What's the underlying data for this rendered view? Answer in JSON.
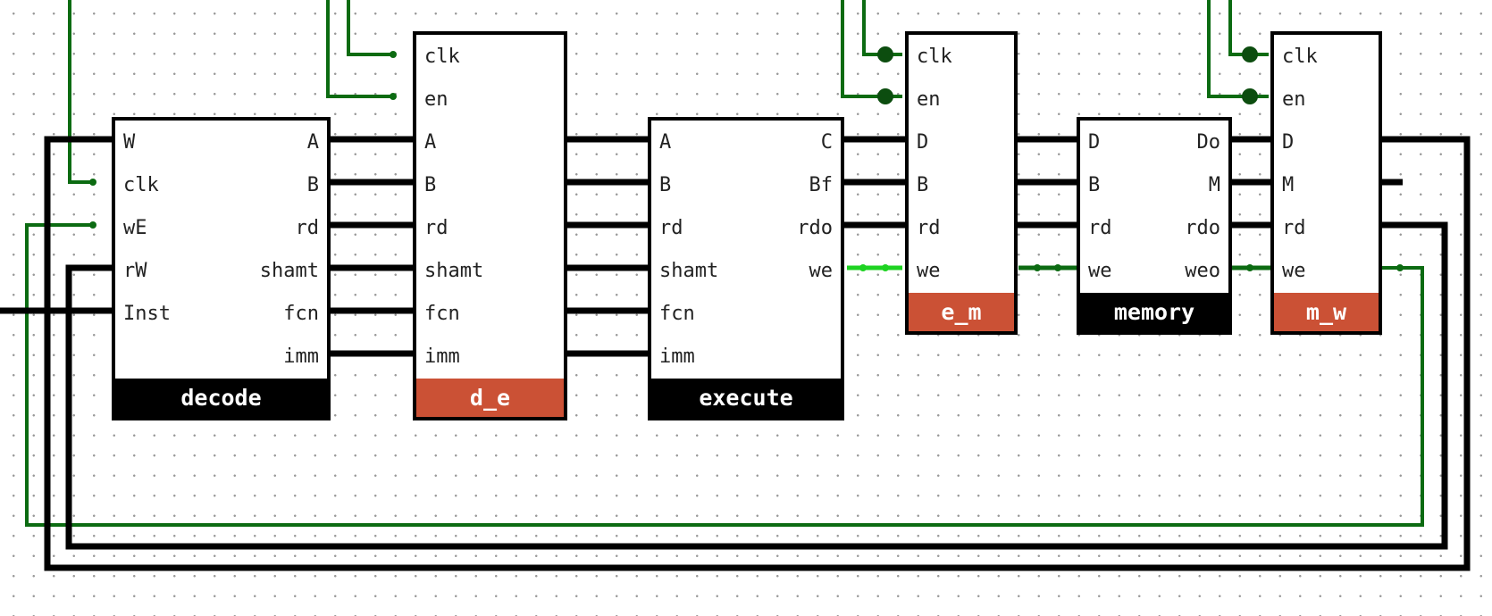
{
  "colors": {
    "wire": "#000000",
    "control_wire": "#0c6b12",
    "active_wire": "#1ed322",
    "register_title": "#cb5135",
    "unit_title": "#000000"
  },
  "blocks": {
    "decode": {
      "title": "decode",
      "inputs": [
        "W",
        "clk",
        "wE",
        "rW",
        "Inst"
      ],
      "outputs": [
        "A",
        "B",
        "rd",
        "shamt",
        "fcn",
        "imm"
      ]
    },
    "d_e": {
      "title": "d_e",
      "inputs": [
        "clk",
        "en",
        "A",
        "B",
        "rd",
        "shamt",
        "fcn",
        "imm"
      ],
      "outputs": []
    },
    "execute": {
      "title": "execute",
      "inputs": [
        "A",
        "B",
        "rd",
        "shamt",
        "fcn",
        "imm"
      ],
      "outputs": [
        "C",
        "Bf",
        "rdo",
        "we"
      ]
    },
    "e_m": {
      "title": "e_m",
      "inputs": [
        "clk",
        "en",
        "D",
        "B",
        "rd",
        "we"
      ],
      "outputs": []
    },
    "memory": {
      "title": "memory",
      "inputs": [
        "D",
        "B",
        "rd",
        "we"
      ],
      "outputs": [
        "Do",
        "M",
        "rdo",
        "weo"
      ]
    },
    "m_w": {
      "title": "m_w",
      "inputs": [
        "clk",
        "en",
        "D",
        "M",
        "rd",
        "we"
      ],
      "outputs": []
    }
  }
}
